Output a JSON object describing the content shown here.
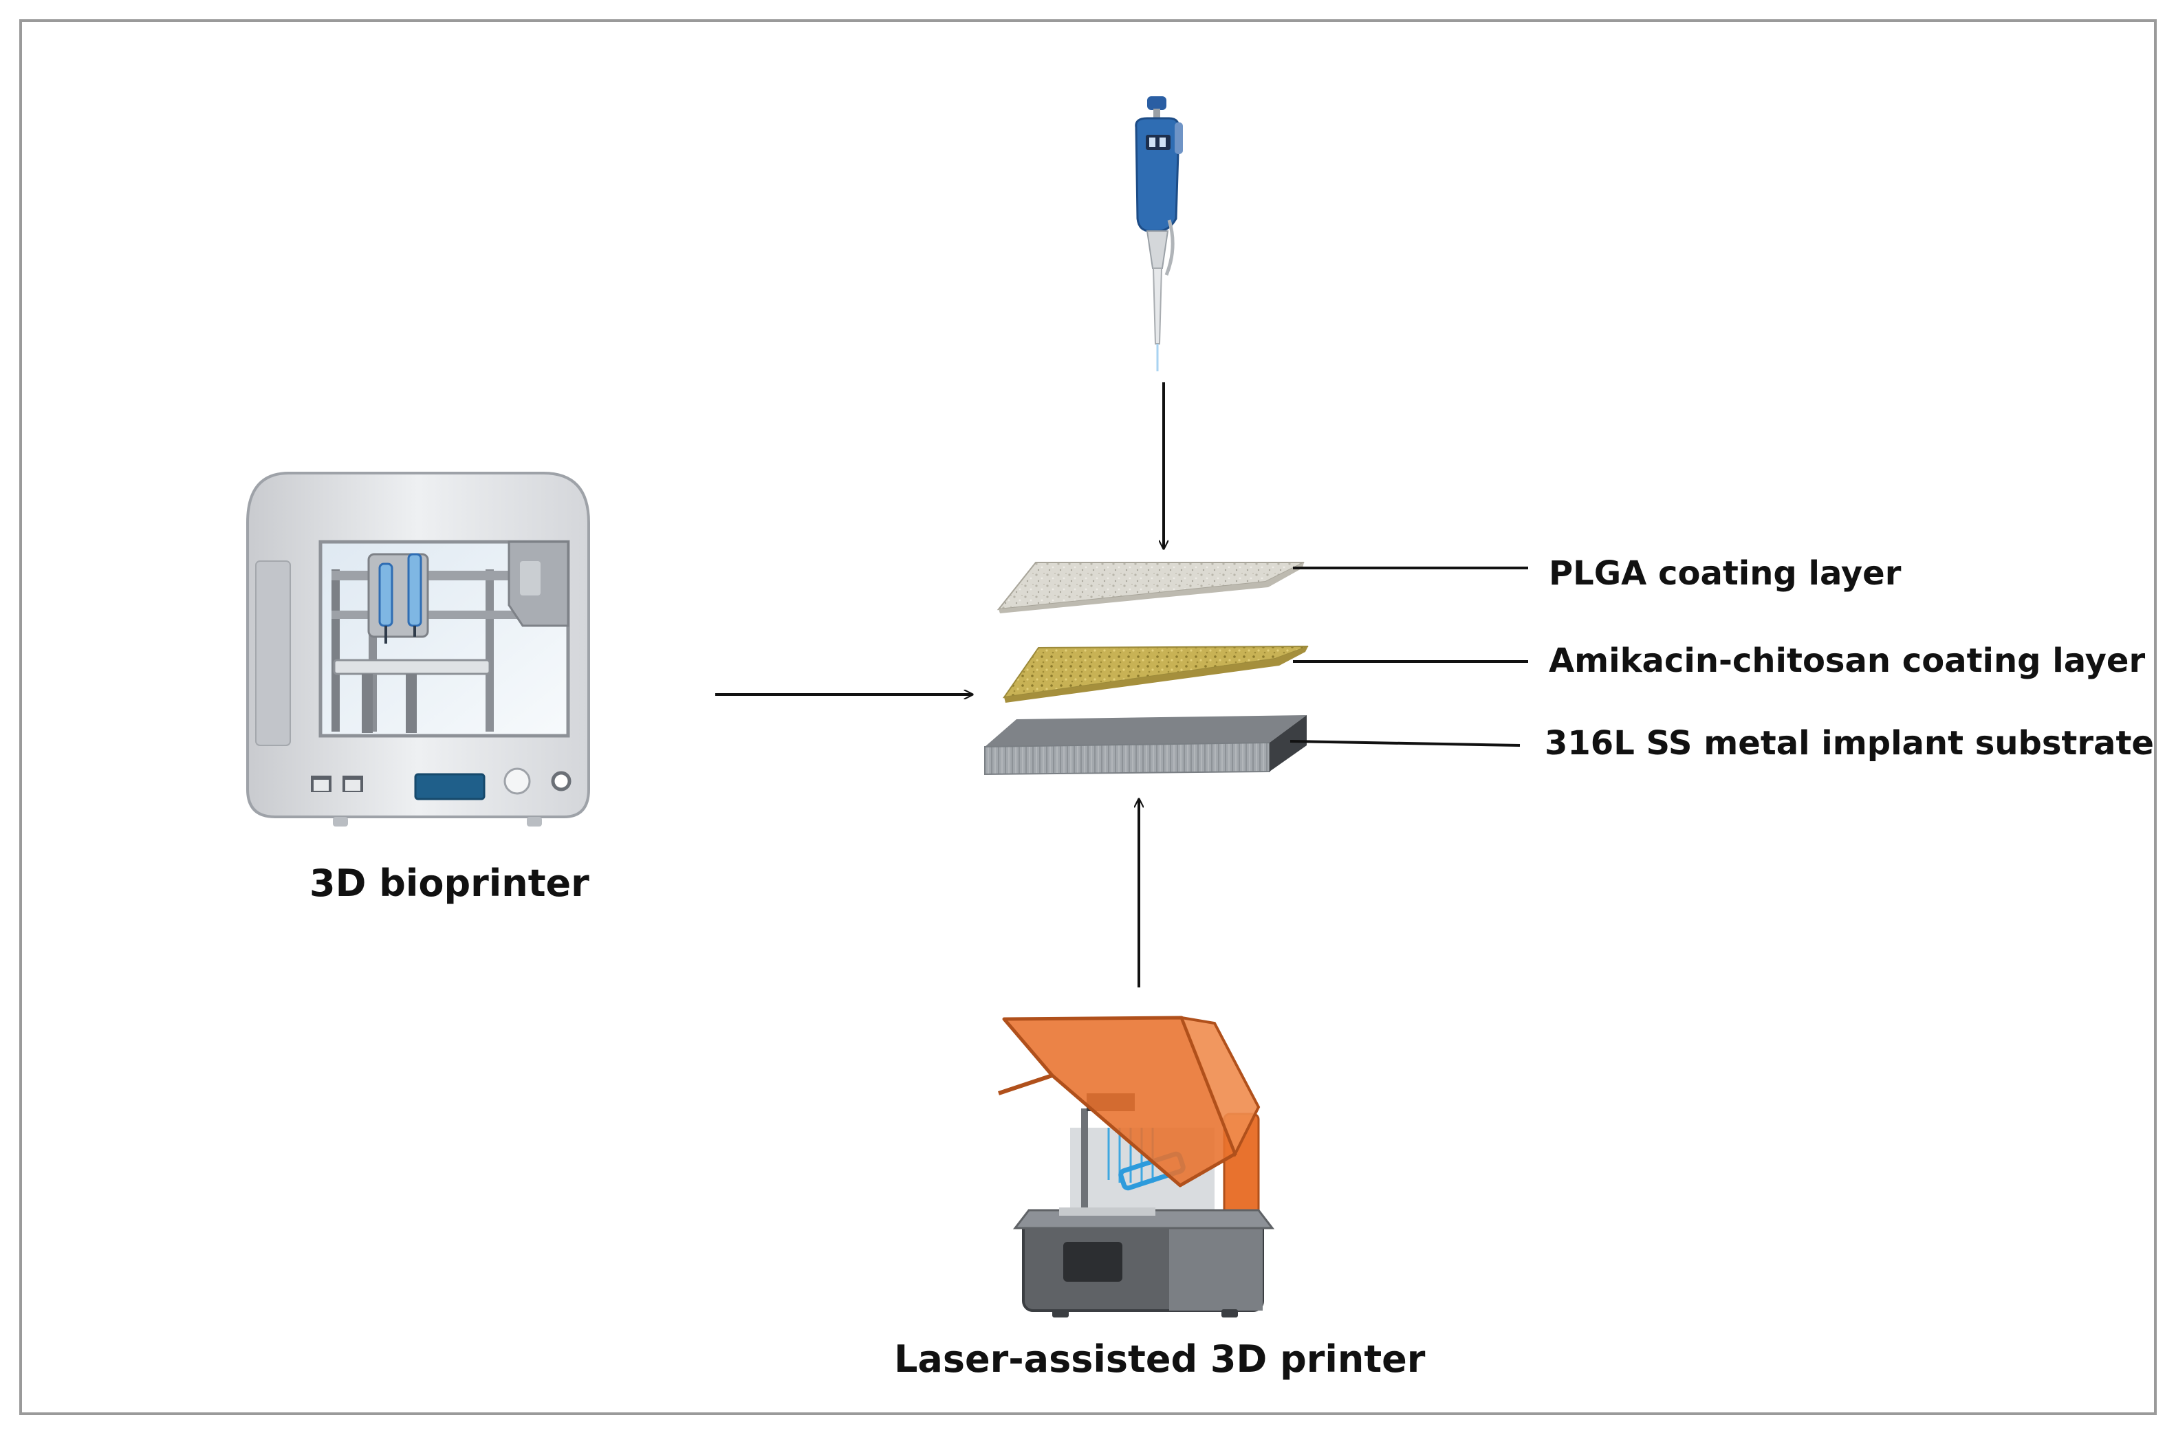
{
  "labels": {
    "bioprinter": "3D bioprinter",
    "laser_printer": "Laser-assisted 3D printer",
    "plga_layer": "PLGA coating layer",
    "amikacin_layer": "Amikacin-chitosan coating layer",
    "substrate": "316L SS metal implant substrate"
  },
  "icons": {
    "pipette": "pipette-icon",
    "bioprinter": "bioprinter-icon",
    "laser_printer": "laser-printer-icon"
  },
  "colors": {
    "frame_border": "#9a9a9a",
    "plga_layer": "#d9d6cc",
    "amikacin_layer": "#c9b35a",
    "substrate": "#9ea3a8",
    "printer_orange": "#e8722e",
    "pipette_blue": "#2f6db3"
  }
}
